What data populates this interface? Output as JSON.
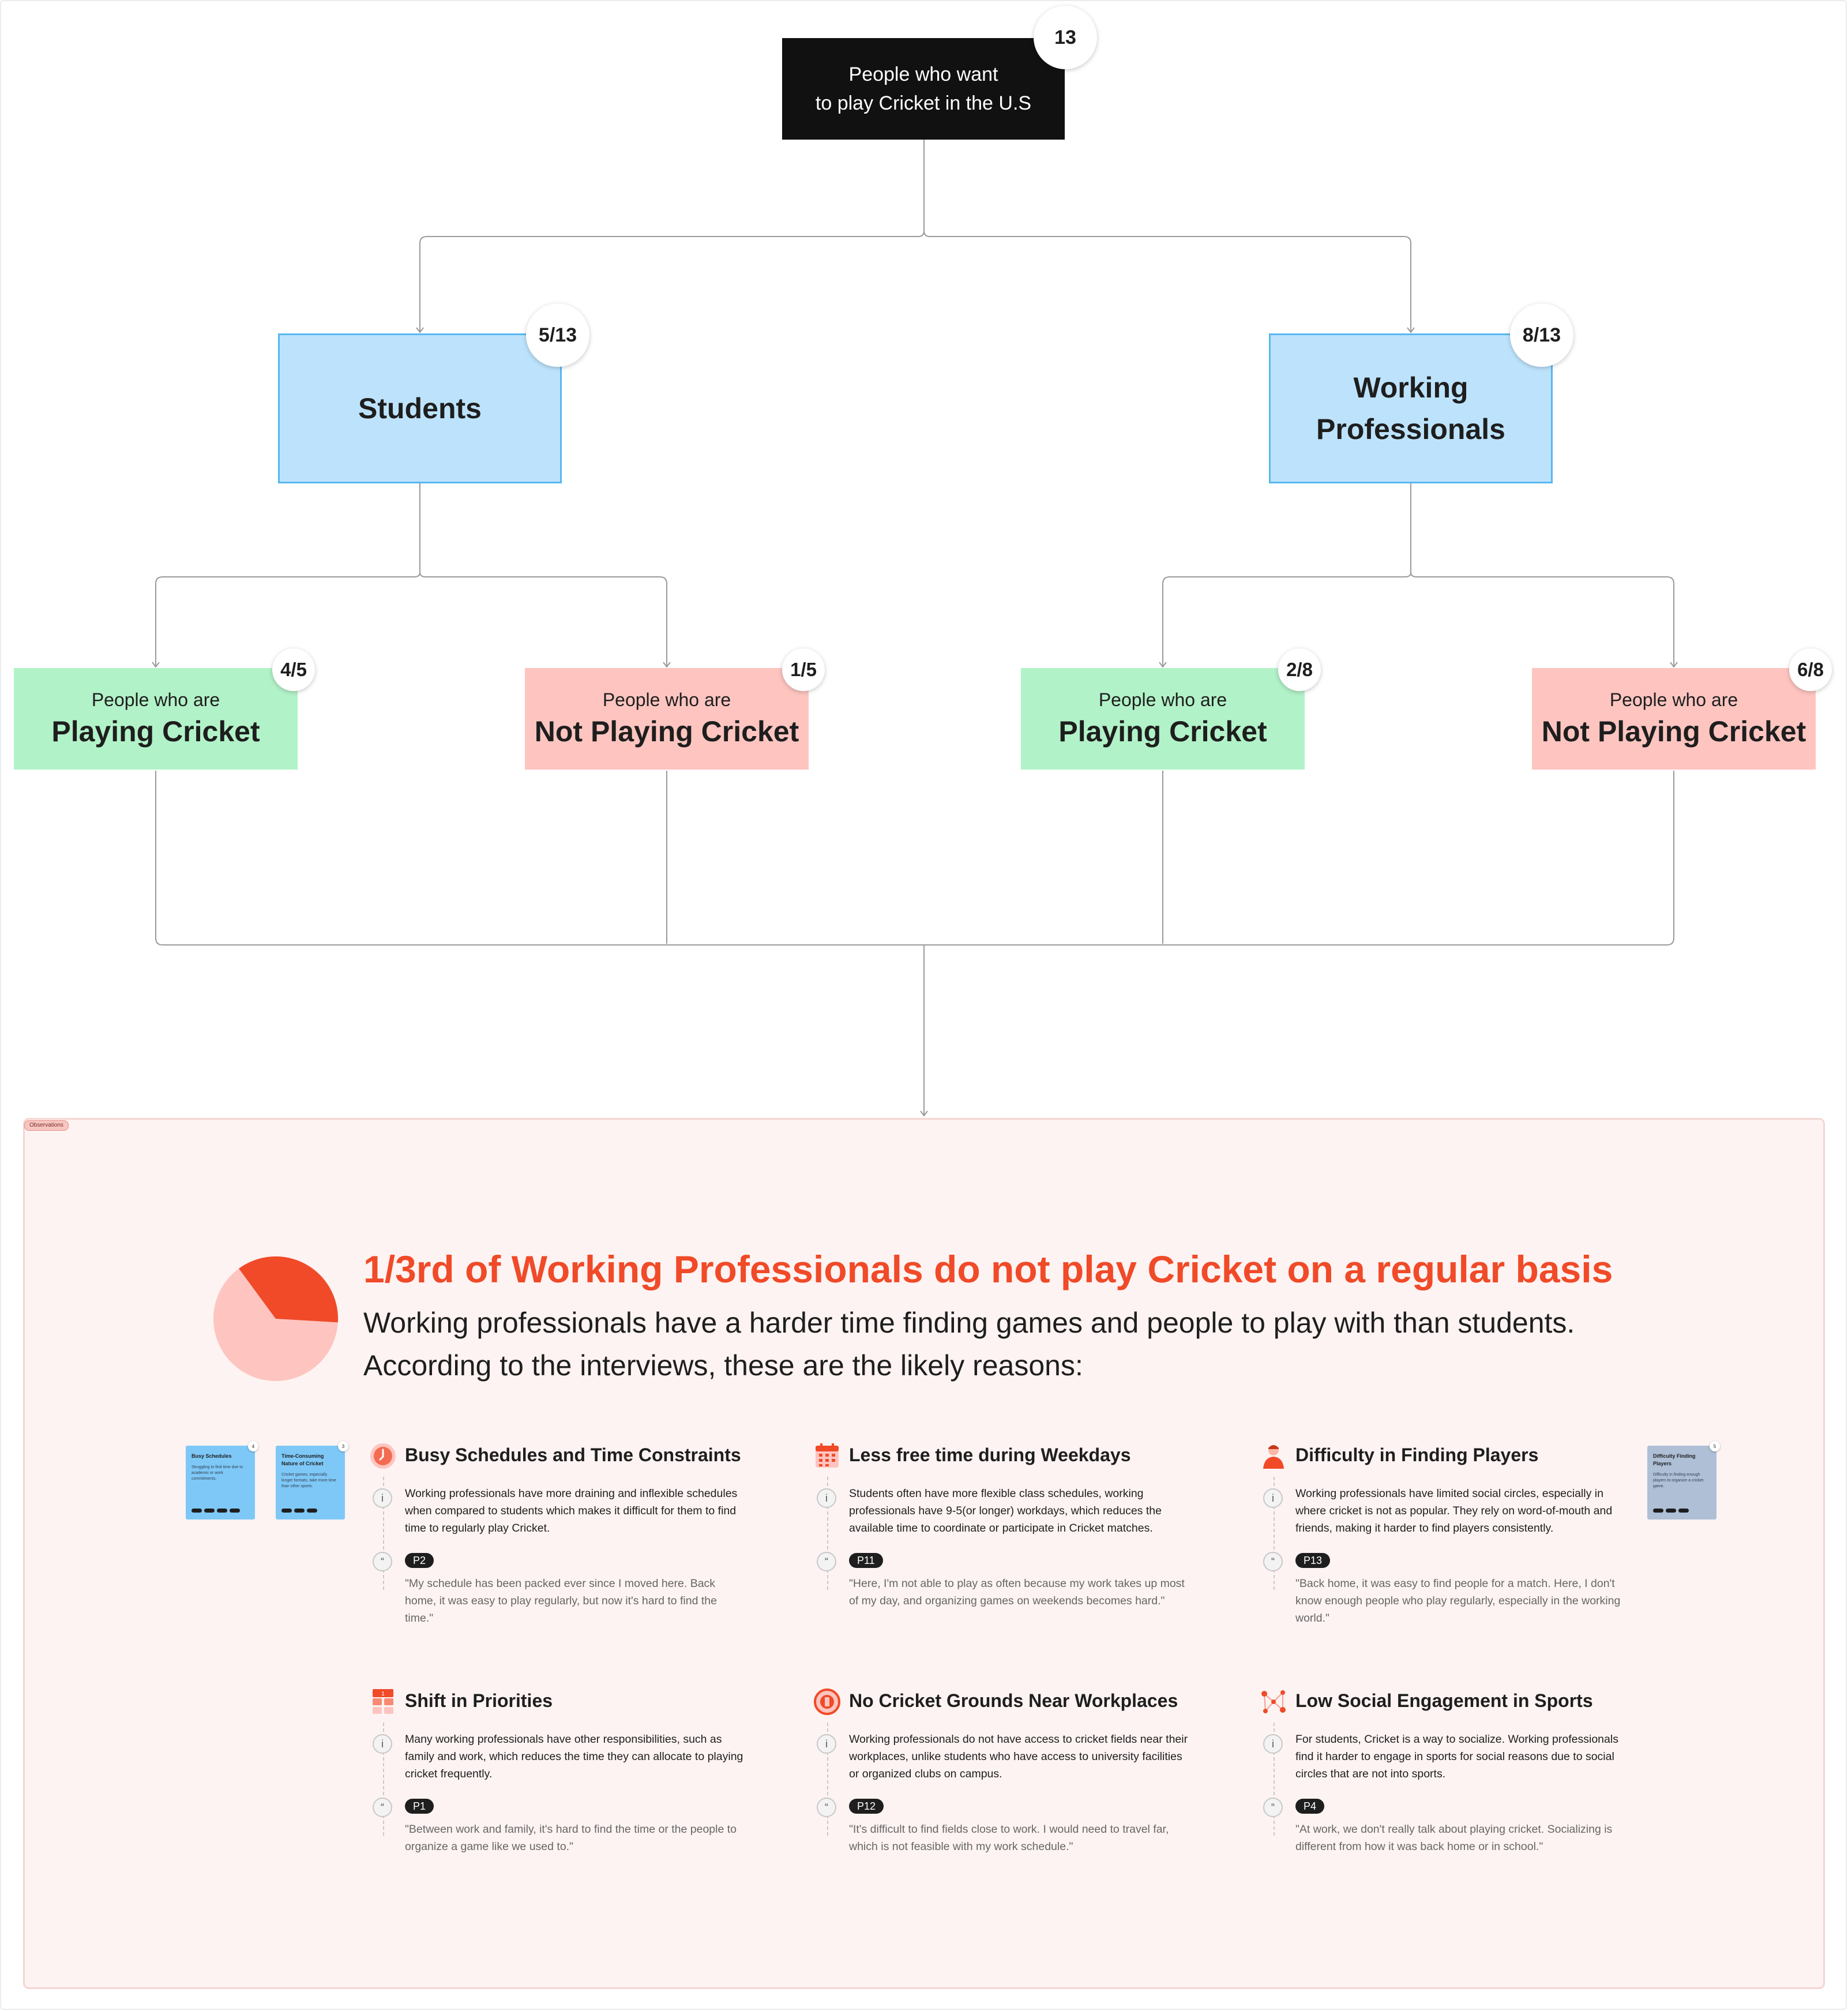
{
  "tree": {
    "root": {
      "line1": "People who want",
      "line2": "to play Cricket in the U.S",
      "count": "13"
    },
    "students": {
      "label": "Students",
      "count": "5/13"
    },
    "professionals": {
      "line1": "Working",
      "line2": "Professionals",
      "count": "8/13"
    },
    "leaves": [
      {
        "small": "People who are",
        "big": "Playing Cricket",
        "count": "4/5"
      },
      {
        "small": "People who are",
        "big": "Not Playing Cricket",
        "count": "1/5"
      },
      {
        "small": "People who are",
        "big": "Playing Cricket",
        "count": "2/8"
      },
      {
        "small": "People who are",
        "big": "Not Playing Cricket",
        "count": "6/8"
      }
    ]
  },
  "observations": {
    "label": "Observations",
    "headline": "1/3rd of Working Professionals do not play Cricket on a regular basis",
    "subline1": "Working professionals have a harder time finding games and people to play with than students.",
    "subline2": "According to the interviews, these are the likely reasons:",
    "pie": {
      "highlight_fraction": 0.36,
      "highlight_color": "#f04a28",
      "rest_color": "#fec5c0"
    },
    "mini_cards": [
      {
        "title": "Busy Schedules",
        "body": "Struggling to find time due to academic or work commitments.",
        "count": "4"
      },
      {
        "title": "Time-Consuming Nature of Cricket",
        "body": "Cricket games, especially longer formats, take more time than other sports.",
        "count": "3"
      },
      {
        "title": "Difficulty Finding Players",
        "body": "Difficulty in finding enough players to organize a cricket game.",
        "count": "5"
      }
    ],
    "reasons": [
      {
        "icon": "clock-icon",
        "title": "Busy Schedules and Time Constraints",
        "desc": "Working professionals have more draining and inflexible schedules when compared to students which makes it difficult for them to find time to regularly play Cricket.",
        "tag": "P2",
        "quote": "\"My schedule has been packed ever since I moved here. Back home, it was easy to play regularly, but now it's hard to find the time.\""
      },
      {
        "icon": "calendar-icon",
        "title": "Less free time during Weekdays",
        "desc": "Students often have more flexible class schedules, working professionals have 9-5(or longer) workdays, which reduces the available time to coordinate or participate in Cricket matches.",
        "tag": "P11",
        "quote": "\"Here, I'm not able to play as often because my work takes up most of my day, and organizing games on weekends becomes hard.\""
      },
      {
        "icon": "person-icon",
        "title": "Difficulty in Finding Players",
        "desc": "Working professionals have limited social circles, especially in where cricket is not as popular. They rely on word-of-mouth and friends, making it harder to find players consistently.",
        "tag": "P13",
        "quote": "\"Back home, it was easy to find people for a match. Here, I don't know enough people who play regularly, especially in the working world.\""
      },
      {
        "icon": "calendar-priority-icon",
        "title": "Shift in Priorities",
        "desc": "Many working professionals have other responsibilities, such as family and work, which reduces the time they can allocate to playing cricket frequently.",
        "tag": "P1",
        "quote": "\"Between work and family, it's hard to find the time or the people to organize a game like we used to.\""
      },
      {
        "icon": "no-ground-icon",
        "title": "No Cricket Grounds Near Workplaces",
        "desc": "Working professionals do not have access to cricket fields near their workplaces, unlike students who have access to university facilities or organized clubs on campus.",
        "tag": "P12",
        "quote": "\"It's difficult to find fields close to work. I would need to travel far, which is not feasible with my work schedule.\""
      },
      {
        "icon": "network-icon",
        "title": "Low Social Engagement in Sports",
        "desc": "For students, Cricket is a way to socialize. Working professionals find it harder to engage in sports for social reasons due to social circles that are not into sports.",
        "tag": "P4",
        "quote": "\"At work, we don't really talk about playing cricket. Socializing is different from how it was back home or in school.\""
      }
    ]
  }
}
